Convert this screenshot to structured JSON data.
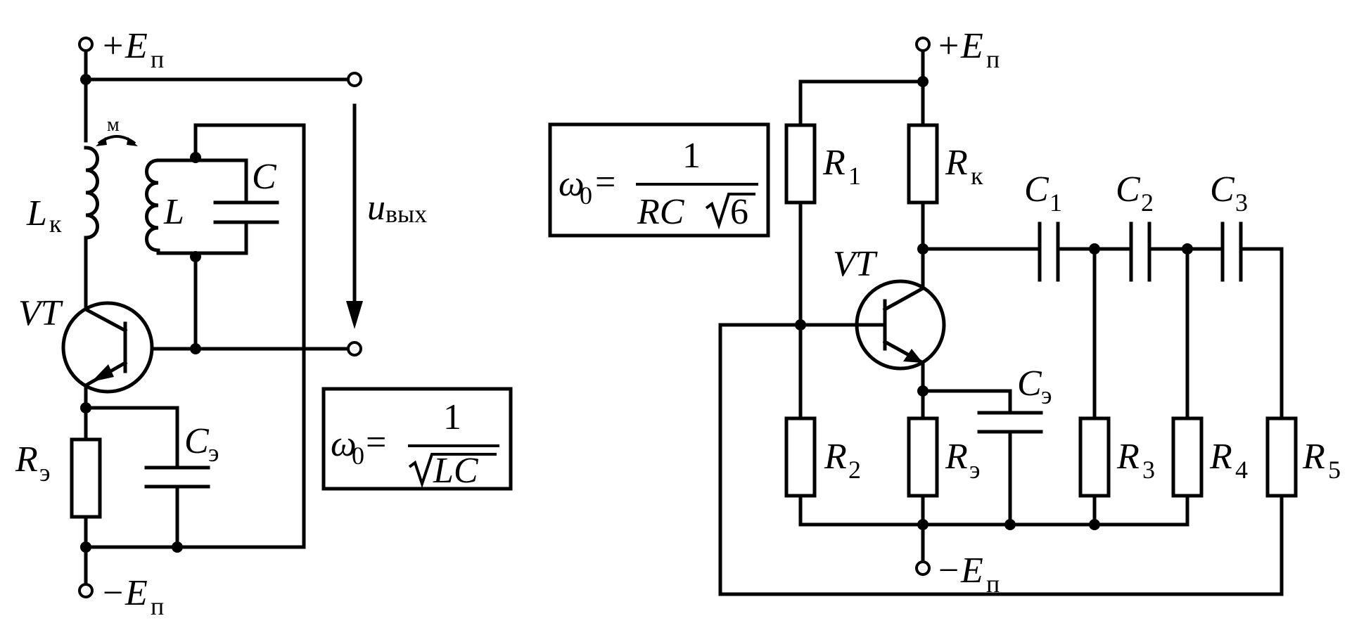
{
  "left_circuit": {
    "supply_pos": {
      "sign": "+",
      "symbol": "E",
      "sub": "п"
    },
    "supply_neg": {
      "sign": "−",
      "symbol": "E",
      "sub": "п"
    },
    "mutual_label": "м",
    "coil_collector": {
      "symbol": "L",
      "sub": "к"
    },
    "tank_inductor": {
      "symbol": "L"
    },
    "tank_capacitor": {
      "symbol": "C"
    },
    "transistor": {
      "symbol": "VT"
    },
    "emitter_resistor": {
      "symbol": "R",
      "sub": "э"
    },
    "emitter_capacitor": {
      "symbol": "C",
      "sub": "э"
    },
    "output": {
      "symbol": "u",
      "sub": "вых"
    },
    "formula": {
      "lhs": "ω",
      "lhs_sub": "0",
      "eq": "=",
      "num": "1",
      "den": "LC"
    }
  },
  "right_circuit": {
    "supply_pos": {
      "sign": "+",
      "symbol": "E",
      "sub": "п"
    },
    "supply_neg": {
      "sign": "−",
      "symbol": "E",
      "sub": "п"
    },
    "formula": {
      "lhs": "ω",
      "lhs_sub": "0",
      "eq": "=",
      "num": "1",
      "den_rc": "RC",
      "den_root": "6"
    },
    "transistor": {
      "symbol": "VT"
    },
    "r1": {
      "symbol": "R",
      "sub": "1"
    },
    "r2": {
      "symbol": "R",
      "sub": "2"
    },
    "rk": {
      "symbol": "R",
      "sub": "к"
    },
    "re": {
      "symbol": "R",
      "sub": "э"
    },
    "ce": {
      "symbol": "C",
      "sub": "э"
    },
    "r3": {
      "symbol": "R",
      "sub": "3"
    },
    "r4": {
      "symbol": "R",
      "sub": "4"
    },
    "r5": {
      "symbol": "R",
      "sub": "5"
    },
    "c1": {
      "symbol": "C",
      "sub": "1"
    },
    "c2": {
      "symbol": "C",
      "sub": "2"
    },
    "c3": {
      "symbol": "C",
      "sub": "3"
    }
  }
}
